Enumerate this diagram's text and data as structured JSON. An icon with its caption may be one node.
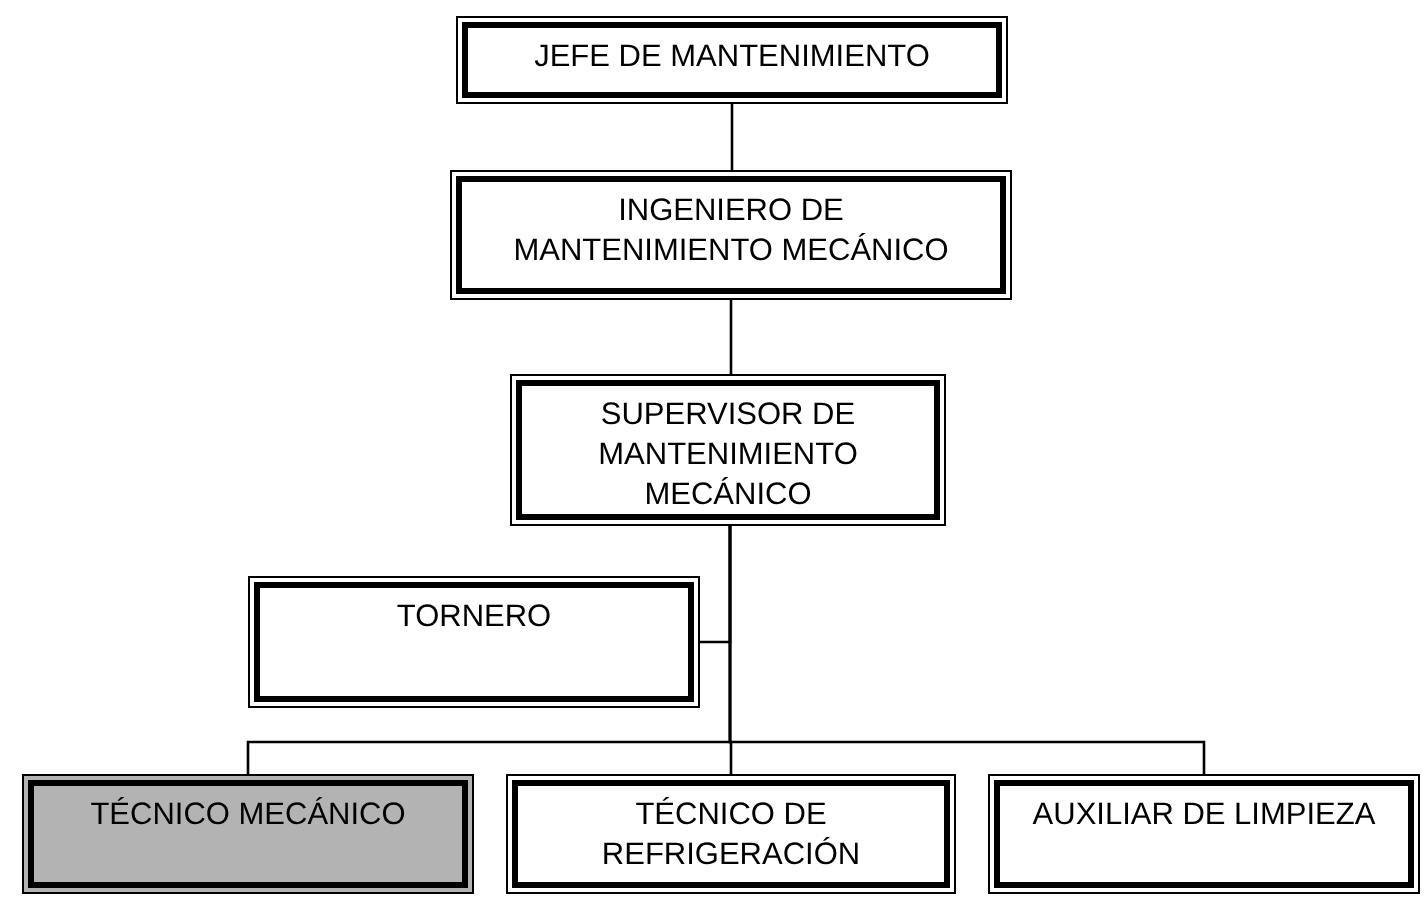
{
  "diagram": {
    "nodes": [
      {
        "text": [
          "JEFE DE MANTENIMIENTO"
        ]
      },
      {
        "text": [
          "INGENIERO DE MANTENIMIENTO MECÁNICO"
        ]
      },
      {
        "text": [
          "SUPERVISOR DE MANTENIMIENTO MECÁNICO"
        ]
      },
      {
        "text": [
          "TORNERO"
        ]
      },
      {
        "text": [
          "TÉCNICO MECÁNICO"
        ]
      },
      {
        "text": [
          "TÉCNICO DE REFRIGERACIÓN"
        ]
      },
      {
        "text": [
          "AUXILIAR DE LIMPIEZA"
        ]
      }
    ],
    "edges": [
      {
        "from": 0,
        "to": 1,
        "arrow": "none"
      },
      {
        "from": 1,
        "to": 2,
        "arrow": "none"
      },
      {
        "from": 2,
        "to": 3,
        "arrow": "none"
      },
      {
        "from": 2,
        "to": 4,
        "arrow": "none"
      },
      {
        "from": 2,
        "to": 5,
        "arrow": "none"
      },
      {
        "from": 2,
        "to": 6,
        "arrow": "none"
      }
    ]
  }
}
